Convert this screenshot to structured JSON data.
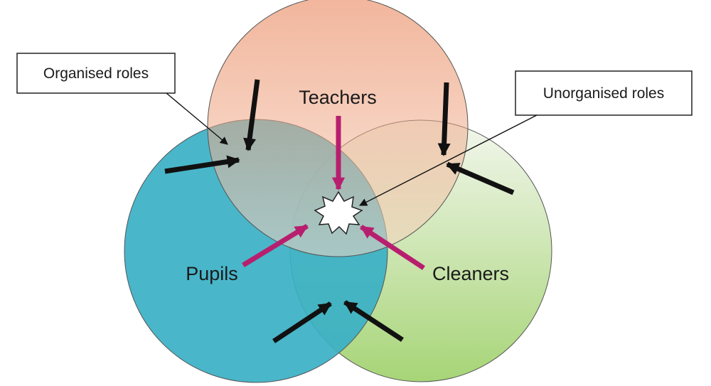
{
  "diagram": {
    "circles": [
      {
        "id": "teachers",
        "label": "Teachers",
        "color_top": "#e6794a",
        "color_bottom": "#f8d8c6"
      },
      {
        "id": "pupils",
        "label": "Pupils",
        "color": "#3ab0c6"
      },
      {
        "id": "cleaners",
        "label": "Cleaners",
        "color_top": "#f2f6ec",
        "color_bottom": "#9fd16b"
      }
    ],
    "callouts": {
      "organised": "Organised roles",
      "unorganised": "Unorganised roles"
    },
    "colors": {
      "outer_arrow": "#111111",
      "inner_arrow": "#b81e6e",
      "outline": "#555555"
    }
  }
}
